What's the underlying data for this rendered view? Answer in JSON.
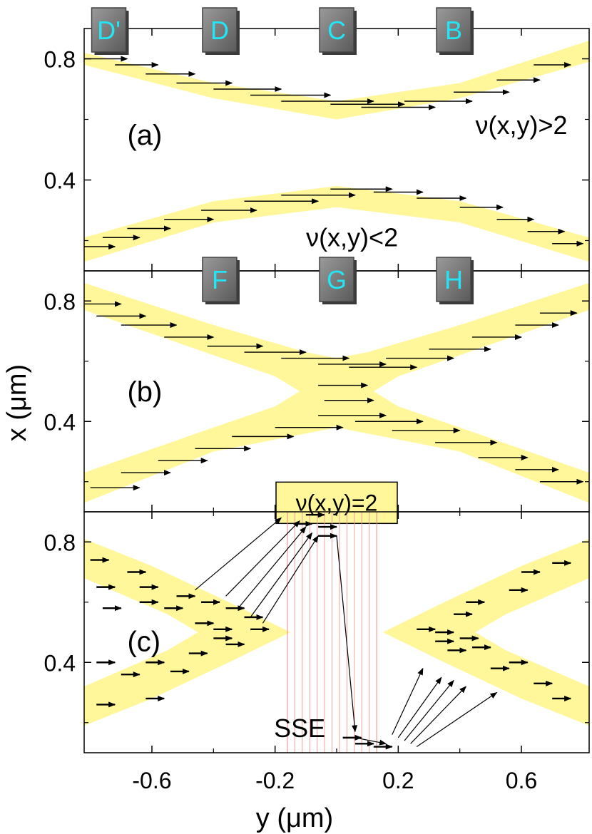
{
  "chart_data": {
    "type": "scatter",
    "description_free": true,
    "xlabel": "y (μm)",
    "ylabel": "x (μm)",
    "xlim": [
      -0.82,
      0.82
    ],
    "x_ticks": [
      "-0.6",
      "-0.2",
      "0.2",
      "0.6"
    ],
    "x_tick_values": [
      -0.6,
      -0.2,
      0.2,
      0.6
    ],
    "panels": [
      {
        "label": "(a)",
        "ylim": [
          0.1,
          0.9
        ],
        "y_ticks": [
          "0.8",
          "0.4"
        ],
        "y_tick_values": [
          0.8,
          0.4
        ],
        "annotations": [
          "ν(x,y)>2",
          "ν(x,y)<2"
        ],
        "markers": [
          {
            "label": "D'",
            "y": -0.74
          },
          {
            "label": "D",
            "y": -0.38
          },
          {
            "label": "C",
            "y": 0.0
          },
          {
            "label": "B",
            "y": 0.38
          }
        ],
        "bands": [
          {
            "upper": [
              [
                -0.82,
                0.82
              ],
              [
                -0.4,
                0.72
              ],
              [
                0.0,
                0.66
              ],
              [
                0.4,
                0.72
              ],
              [
                0.82,
                0.86
              ]
            ],
            "lower": [
              [
                -0.82,
                0.78
              ],
              [
                -0.4,
                0.67
              ],
              [
                0.0,
                0.6
              ],
              [
                0.4,
                0.67
              ],
              [
                0.82,
                0.79
              ]
            ]
          },
          {
            "upper": [
              [
                -0.82,
                0.21
              ],
              [
                -0.4,
                0.33
              ],
              [
                0.0,
                0.38
              ],
              [
                0.4,
                0.33
              ],
              [
                0.82,
                0.21
              ]
            ],
            "lower": [
              [
                -0.82,
                0.13
              ],
              [
                -0.4,
                0.26
              ],
              [
                0.0,
                0.31
              ],
              [
                0.4,
                0.26
              ],
              [
                0.82,
                0.13
              ]
            ]
          }
        ],
        "arrows": [
          [
            -0.82,
            0.8,
            -0.68,
            0.8
          ],
          [
            -0.72,
            0.78,
            -0.58,
            0.78
          ],
          [
            -0.62,
            0.75,
            -0.46,
            0.75
          ],
          [
            -0.52,
            0.72,
            -0.34,
            0.72
          ],
          [
            -0.4,
            0.7,
            -0.18,
            0.7
          ],
          [
            -0.28,
            0.68,
            -0.02,
            0.68
          ],
          [
            -0.18,
            0.66,
            0.12,
            0.66
          ],
          [
            -0.02,
            0.65,
            0.22,
            0.65
          ],
          [
            0.08,
            0.64,
            0.32,
            0.64
          ],
          [
            0.22,
            0.66,
            0.44,
            0.66
          ],
          [
            0.38,
            0.69,
            0.56,
            0.69
          ],
          [
            0.52,
            0.73,
            0.66,
            0.73
          ],
          [
            0.64,
            0.78,
            0.76,
            0.78
          ],
          [
            -0.82,
            0.18,
            -0.72,
            0.18
          ],
          [
            -0.76,
            0.21,
            -0.64,
            0.21
          ],
          [
            -0.68,
            0.24,
            -0.54,
            0.24
          ],
          [
            -0.56,
            0.27,
            -0.4,
            0.27
          ],
          [
            -0.44,
            0.3,
            -0.26,
            0.3
          ],
          [
            -0.3,
            0.33,
            -0.06,
            0.33
          ],
          [
            -0.18,
            0.35,
            0.06,
            0.35
          ],
          [
            -0.02,
            0.37,
            0.18,
            0.37
          ],
          [
            0.12,
            0.36,
            0.28,
            0.36
          ],
          [
            0.26,
            0.34,
            0.42,
            0.34
          ],
          [
            0.4,
            0.31,
            0.54,
            0.31
          ],
          [
            0.52,
            0.27,
            0.64,
            0.27
          ],
          [
            0.62,
            0.23,
            0.74,
            0.23
          ],
          [
            0.7,
            0.19,
            0.8,
            0.19
          ]
        ]
      },
      {
        "label": "(b)",
        "ylim": [
          0.1,
          0.9
        ],
        "y_ticks": [
          "0.8",
          "0.4"
        ],
        "y_tick_values": [
          0.8,
          0.4
        ],
        "annotations": [
          "ν(x,y)=2"
        ],
        "markers": [
          {
            "label": "F",
            "y": -0.38
          },
          {
            "label": "G",
            "y": 0.0
          },
          {
            "label": "H",
            "y": 0.38
          }
        ],
        "bands": [
          {
            "upper": [
              [
                -0.82,
                0.86
              ],
              [
                -0.4,
                0.72
              ],
              [
                -0.1,
                0.63
              ],
              [
                0.0,
                0.61
              ],
              [
                0.1,
                0.63
              ],
              [
                0.4,
                0.72
              ],
              [
                0.82,
                0.86
              ]
            ],
            "lower": [
              [
                -0.82,
                0.13
              ],
              [
                -0.4,
                0.3
              ],
              [
                -0.1,
                0.36
              ],
              [
                0.0,
                0.38
              ],
              [
                0.1,
                0.36
              ],
              [
                0.4,
                0.3
              ],
              [
                0.82,
                0.13
              ]
            ],
            "inner_top": [
              [
                -0.82,
                0.77
              ],
              [
                -0.4,
                0.62
              ],
              [
                -0.2,
                0.55
              ],
              [
                -0.12,
                0.5
              ],
              [
                0.12,
                0.5
              ],
              [
                0.2,
                0.55
              ],
              [
                0.4,
                0.62
              ],
              [
                0.82,
                0.77
              ]
            ],
            "inner_bottom": [
              [
                -0.82,
                0.23
              ],
              [
                -0.4,
                0.38
              ],
              [
                -0.2,
                0.45
              ],
              [
                -0.12,
                0.5
              ],
              [
                0.12,
                0.5
              ],
              [
                0.2,
                0.45
              ],
              [
                0.4,
                0.38
              ],
              [
                0.82,
                0.23
              ]
            ]
          }
        ],
        "arrows": [
          [
            -0.82,
            0.79,
            -0.7,
            0.79
          ],
          [
            -0.78,
            0.75,
            -0.62,
            0.75
          ],
          [
            -0.7,
            0.72,
            -0.52,
            0.72
          ],
          [
            -0.56,
            0.68,
            -0.4,
            0.68
          ],
          [
            -0.42,
            0.65,
            -0.24,
            0.65
          ],
          [
            -0.3,
            0.63,
            -0.1,
            0.63
          ],
          [
            -0.18,
            0.61,
            0.04,
            0.61
          ],
          [
            -0.06,
            0.59,
            0.16,
            0.59
          ],
          [
            0.04,
            0.58,
            0.26,
            0.58
          ],
          [
            0.16,
            0.61,
            0.38,
            0.61
          ],
          [
            0.3,
            0.64,
            0.5,
            0.64
          ],
          [
            0.44,
            0.68,
            0.6,
            0.68
          ],
          [
            0.58,
            0.72,
            0.72,
            0.72
          ],
          [
            0.66,
            0.76,
            0.78,
            0.76
          ],
          [
            -0.06,
            0.52,
            0.1,
            0.52
          ],
          [
            -0.04,
            0.47,
            0.12,
            0.47
          ],
          [
            -0.8,
            0.18,
            -0.64,
            0.18
          ],
          [
            -0.7,
            0.23,
            -0.54,
            0.23
          ],
          [
            -0.58,
            0.27,
            -0.42,
            0.27
          ],
          [
            -0.46,
            0.31,
            -0.28,
            0.31
          ],
          [
            -0.34,
            0.35,
            -0.14,
            0.35
          ],
          [
            -0.2,
            0.38,
            0.02,
            0.38
          ],
          [
            -0.06,
            0.42,
            0.16,
            0.42
          ],
          [
            0.06,
            0.4,
            0.28,
            0.4
          ],
          [
            0.18,
            0.37,
            0.4,
            0.37
          ],
          [
            0.32,
            0.33,
            0.52,
            0.33
          ],
          [
            0.46,
            0.28,
            0.62,
            0.28
          ],
          [
            0.58,
            0.24,
            0.72,
            0.24
          ],
          [
            0.66,
            0.2,
            0.8,
            0.2
          ]
        ]
      },
      {
        "label": "(c)",
        "ylim": [
          0.1,
          0.9
        ],
        "y_ticks": [
          "0.8",
          "0.4"
        ],
        "y_tick_values": [
          0.8,
          0.4
        ],
        "annotations": [
          "SSE"
        ],
        "bands": [
          {
            "side": "left",
            "tip_y": -0.15,
            "inner_tip_y": -0.4,
            "outer": [
              [
                -0.82,
                0.81
              ],
              [
                -0.6,
                0.72
              ],
              [
                -0.35,
                0.6
              ],
              [
                -0.15,
                0.5
              ],
              [
                -0.35,
                0.4
              ],
              [
                -0.6,
                0.28
              ],
              [
                -0.82,
                0.19
              ]
            ],
            "inner": [
              [
                -0.82,
                0.68
              ],
              [
                -0.55,
                0.56
              ],
              [
                -0.45,
                0.5
              ],
              [
                -0.55,
                0.44
              ],
              [
                -0.82,
                0.32
              ]
            ]
          },
          {
            "side": "right",
            "tip_y": 0.15,
            "inner_tip_y": 0.4,
            "outer": [
              [
                0.82,
                0.81
              ],
              [
                0.6,
                0.72
              ],
              [
                0.35,
                0.6
              ],
              [
                0.15,
                0.5
              ],
              [
                0.35,
                0.4
              ],
              [
                0.6,
                0.28
              ],
              [
                0.82,
                0.19
              ]
            ],
            "inner": [
              [
                0.82,
                0.68
              ],
              [
                0.55,
                0.56
              ],
              [
                0.45,
                0.5
              ],
              [
                0.55,
                0.44
              ],
              [
                0.82,
                0.32
              ]
            ]
          }
        ],
        "sse_region": {
          "y_from": -0.16,
          "y_to": 0.13,
          "lines": 12
        },
        "arrows": [
          [
            -0.8,
            0.74,
            -0.74,
            0.74
          ],
          [
            -0.68,
            0.7,
            -0.62,
            0.7
          ],
          [
            -0.78,
            0.65,
            -0.72,
            0.65
          ],
          [
            -0.64,
            0.65,
            -0.58,
            0.65
          ],
          [
            -0.52,
            0.62,
            -0.46,
            0.62
          ],
          [
            -0.44,
            0.6,
            -0.38,
            0.6
          ],
          [
            -0.36,
            0.58,
            -0.3,
            0.58
          ],
          [
            -0.3,
            0.55,
            -0.24,
            0.55
          ],
          [
            -0.64,
            0.6,
            -0.58,
            0.6
          ],
          [
            -0.56,
            0.58,
            -0.5,
            0.58
          ],
          [
            -0.76,
            0.58,
            -0.7,
            0.58
          ],
          [
            -0.46,
            0.53,
            -0.4,
            0.53
          ],
          [
            -0.4,
            0.51,
            -0.34,
            0.51
          ],
          [
            -0.28,
            0.51,
            -0.22,
            0.51
          ],
          [
            -0.78,
            0.4,
            -0.72,
            0.4
          ],
          [
            -0.62,
            0.4,
            -0.56,
            0.4
          ],
          [
            -0.48,
            0.43,
            -0.42,
            0.43
          ],
          [
            -0.36,
            0.46,
            -0.3,
            0.46
          ],
          [
            -0.4,
            0.48,
            -0.34,
            0.48
          ],
          [
            -0.7,
            0.36,
            -0.64,
            0.36
          ],
          [
            -0.54,
            0.37,
            -0.48,
            0.37
          ],
          [
            -0.78,
            0.26,
            -0.72,
            0.26
          ],
          [
            -0.62,
            0.28,
            -0.56,
            0.28
          ],
          [
            0.7,
            0.73,
            0.76,
            0.73
          ],
          [
            0.6,
            0.7,
            0.66,
            0.7
          ],
          [
            0.56,
            0.64,
            0.62,
            0.64
          ],
          [
            0.42,
            0.6,
            0.48,
            0.6
          ],
          [
            0.38,
            0.56,
            0.44,
            0.56
          ],
          [
            0.26,
            0.51,
            0.32,
            0.51
          ],
          [
            0.32,
            0.5,
            0.38,
            0.5
          ],
          [
            0.4,
            0.48,
            0.46,
            0.48
          ],
          [
            0.44,
            0.45,
            0.5,
            0.45
          ],
          [
            0.32,
            0.47,
            0.38,
            0.47
          ],
          [
            0.36,
            0.44,
            0.42,
            0.44
          ],
          [
            0.56,
            0.4,
            0.62,
            0.4
          ],
          [
            0.5,
            0.38,
            0.56,
            0.38
          ],
          [
            0.64,
            0.33,
            0.7,
            0.33
          ],
          [
            0.7,
            0.28,
            0.76,
            0.28
          ],
          [
            -0.14,
            0.86,
            -0.08,
            0.86
          ],
          [
            -0.06,
            0.85,
            0.0,
            0.85
          ],
          [
            -0.06,
            0.82,
            0.0,
            0.82
          ],
          [
            -0.1,
            0.89,
            -0.04,
            0.89
          ],
          [
            0.02,
            0.15,
            0.08,
            0.15
          ],
          [
            0.06,
            0.13,
            0.12,
            0.13
          ],
          [
            0.12,
            0.12,
            0.18,
            0.12
          ]
        ],
        "long_arrows": [
          [
            -0.46,
            0.64,
            -0.18,
            0.88
          ],
          [
            -0.36,
            0.62,
            -0.12,
            0.87
          ],
          [
            -0.32,
            0.58,
            -0.1,
            0.85
          ],
          [
            -0.28,
            0.55,
            -0.08,
            0.83
          ],
          [
            -0.24,
            0.53,
            -0.06,
            0.82
          ],
          [
            0.0,
            0.82,
            0.06,
            0.17
          ],
          [
            0.06,
            0.15,
            0.16,
            0.13
          ],
          [
            0.18,
            0.16,
            0.28,
            0.38
          ],
          [
            0.2,
            0.15,
            0.34,
            0.35
          ],
          [
            0.22,
            0.14,
            0.38,
            0.34
          ],
          [
            0.24,
            0.13,
            0.42,
            0.32
          ],
          [
            0.26,
            0.12,
            0.52,
            0.3
          ]
        ]
      }
    ]
  }
}
